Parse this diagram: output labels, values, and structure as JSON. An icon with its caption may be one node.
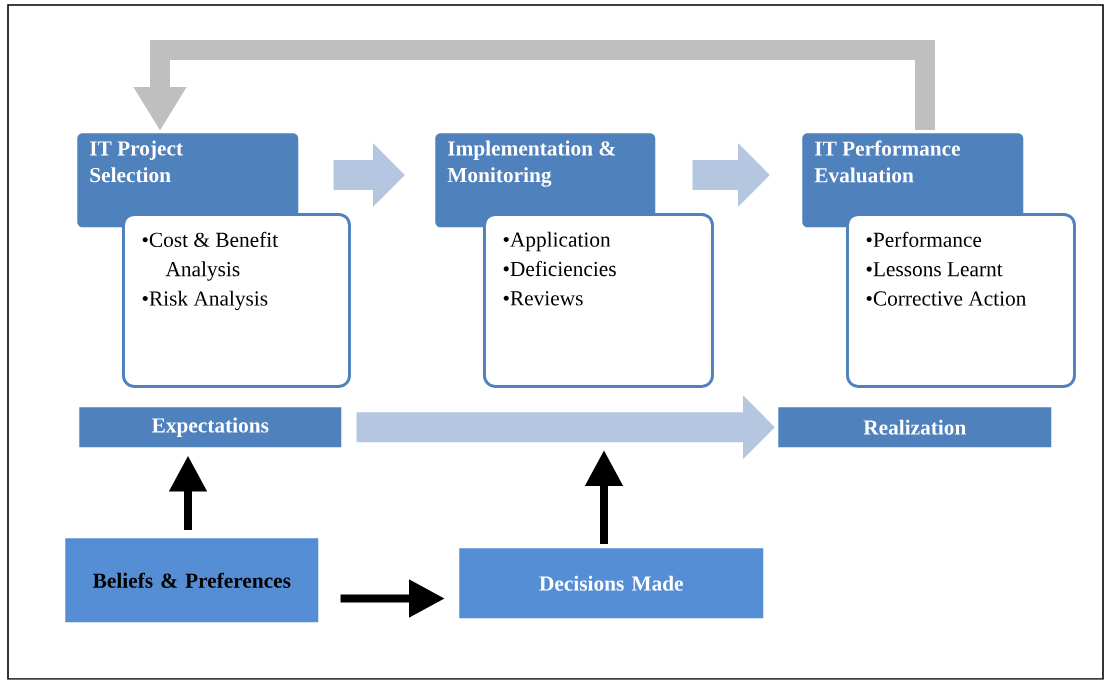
{
  "diagram": {
    "nodes": [
      {
        "text": [
          "IT Project Selection"
        ]
      },
      {
        "text": [
          "•Cost & Benefit Analysis",
          "•Risk Analysis"
        ]
      },
      {
        "text": [
          "Implementation & Monitoring"
        ]
      },
      {
        "text": [
          "•Application",
          "•Deficiencies",
          "•Reviews"
        ]
      },
      {
        "text": [
          "IT Performance Evaluation"
        ]
      },
      {
        "text": [
          "•Performance",
          "•Lessons Learnt",
          "•Corrective Action"
        ]
      },
      {
        "text": [
          "Expectations"
        ]
      },
      {
        "text": [
          "Realization"
        ]
      },
      {
        "text": [
          "Beliefs & Preferences"
        ]
      },
      {
        "text": [
          "Decisions Made"
        ]
      }
    ],
    "edges": [
      {
        "from": 0,
        "to": 2,
        "arrow": "to",
        "color": "#b4c6e0"
      },
      {
        "from": 2,
        "to": 4,
        "arrow": "to",
        "color": "#b4c6e0"
      },
      {
        "from": 4,
        "to": 0,
        "arrow": "to",
        "color": "#bfbfbf"
      },
      {
        "from": 6,
        "to": 7,
        "arrow": "to",
        "color": "#b4c6e0"
      },
      {
        "from": 8,
        "to": 6,
        "arrow": "to",
        "color": "#000000"
      },
      {
        "from": 8,
        "to": 9,
        "arrow": "to",
        "color": "#000000"
      },
      {
        "from": 9,
        "to": null,
        "arrow": "to",
        "color": "#000000"
      }
    ]
  }
}
